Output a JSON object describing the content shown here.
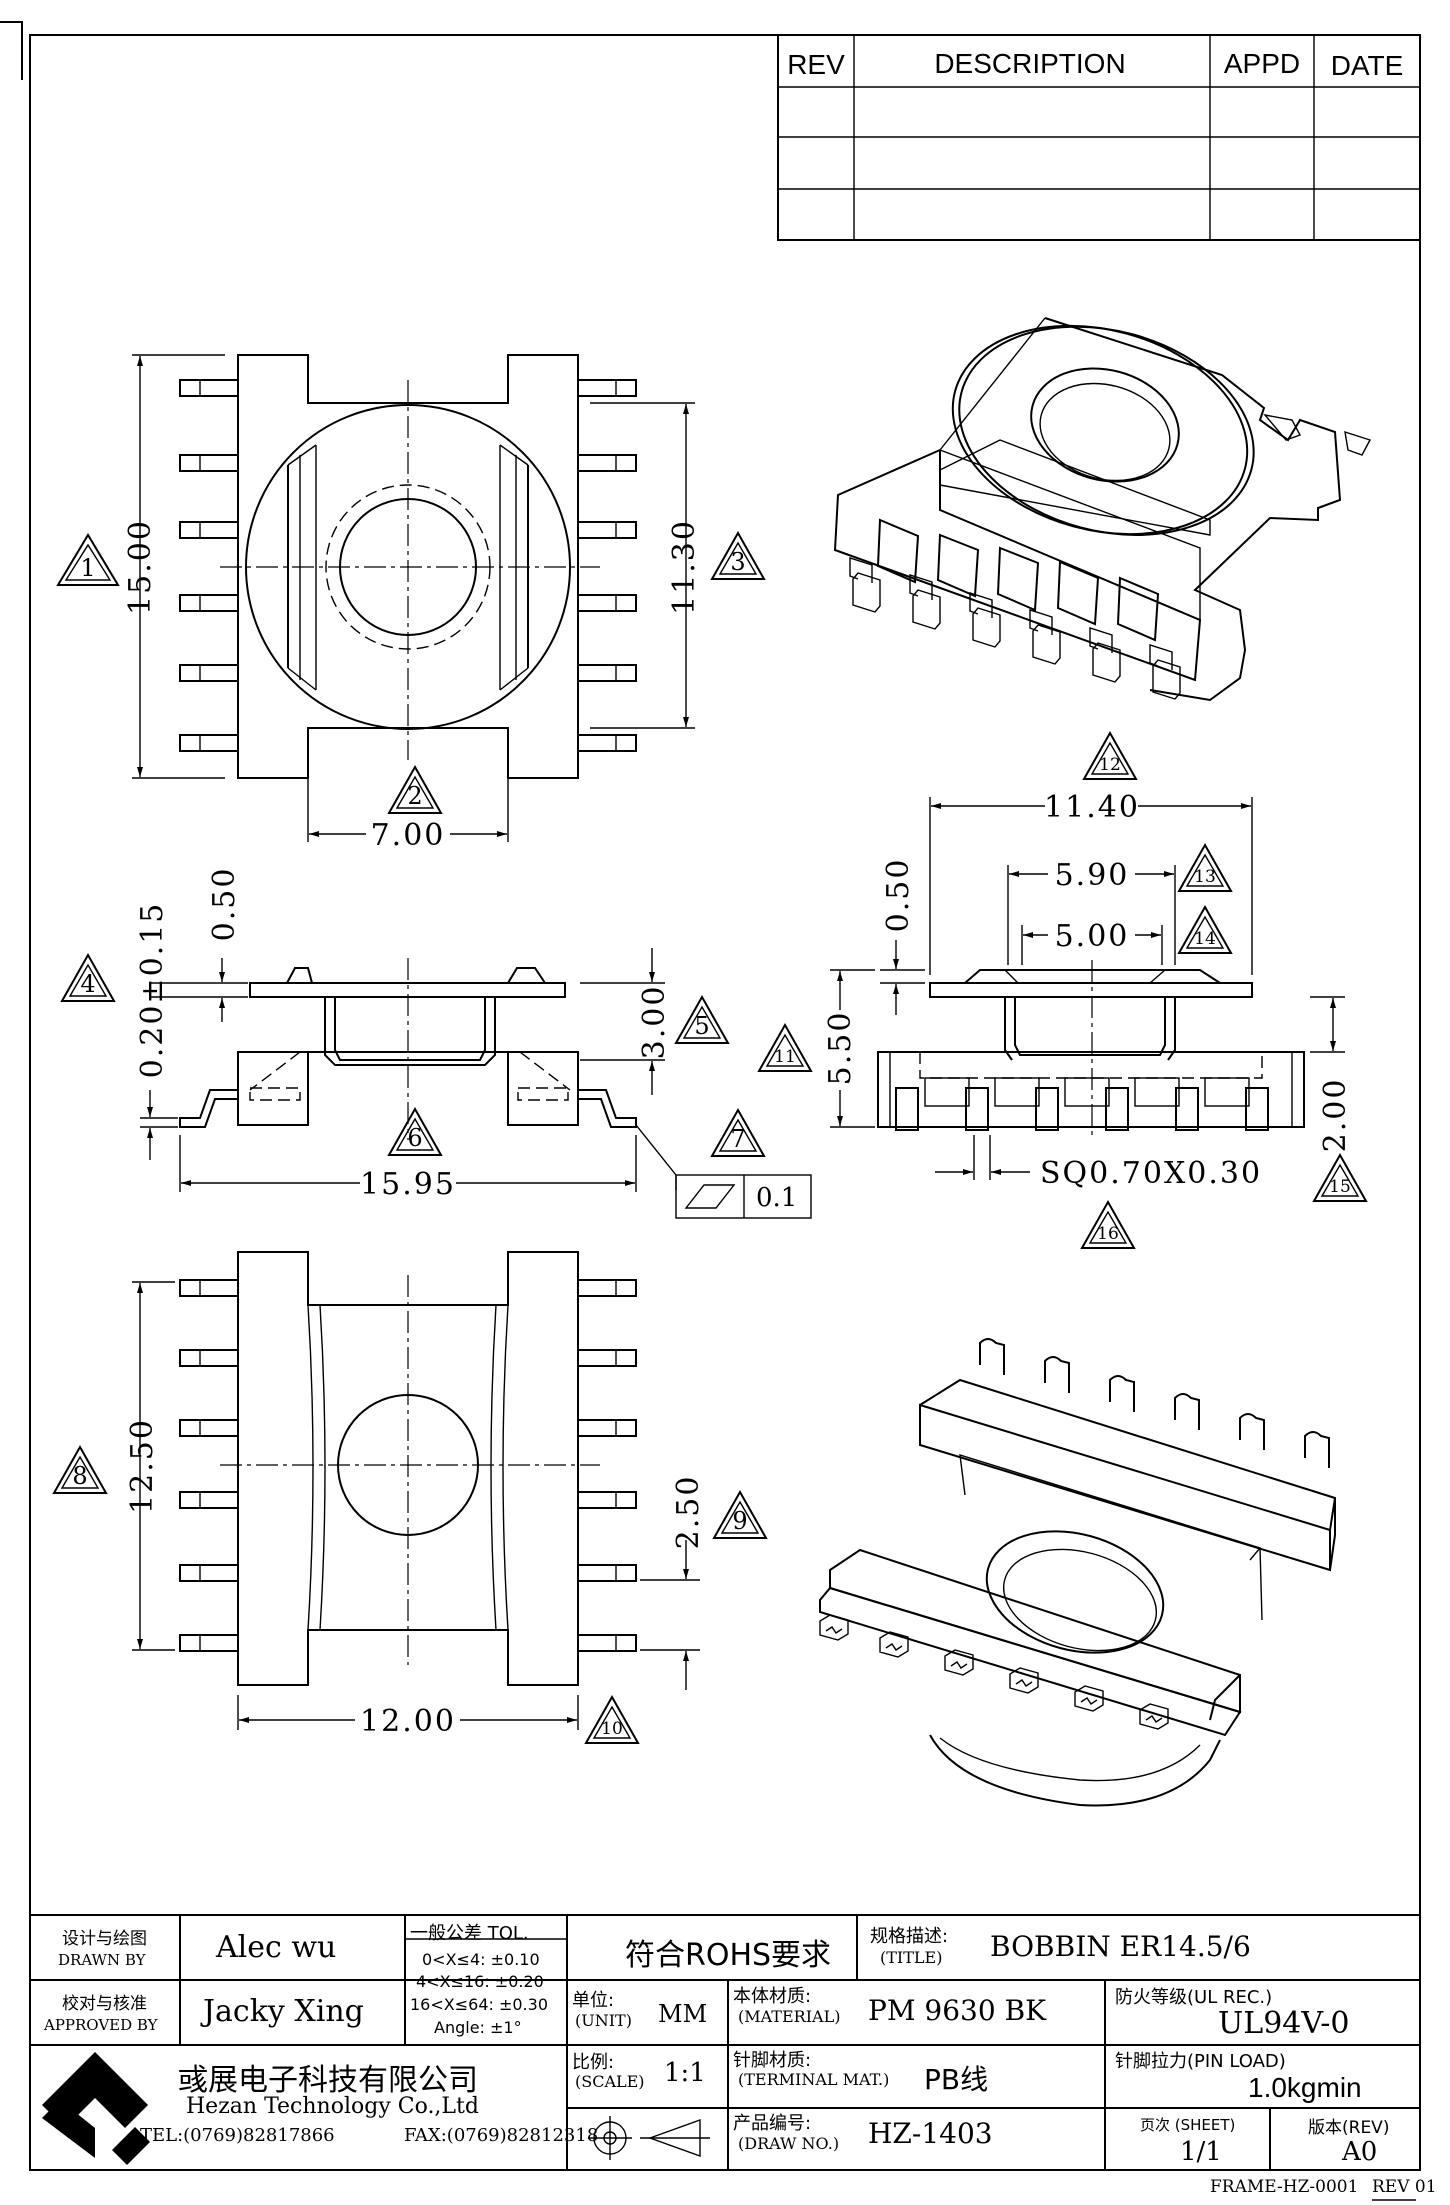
{
  "revision_table": {
    "headers": {
      "rev": "REV",
      "description": "DESCRIPTION",
      "appd": "APPD",
      "date": "DATE"
    }
  },
  "dimensions": {
    "d_15_00": "15.00",
    "d_11_30": "11.30",
    "d_7_00": "7.00",
    "d_11_40": "11.40",
    "d_0_50_a": "0.50",
    "d_0_20": "0.20±0.15",
    "d_3_00": "3.00",
    "d_15_95": "15.95",
    "d_5_90": "5.90",
    "d_5_00": "5.00",
    "d_0_50_b": "0.50",
    "d_5_50": "5.50",
    "d_2_00": "2.00",
    "d_sq": "SQ0.70X0.30",
    "flatness": "0.1",
    "d_12_50": "12.50",
    "d_2_50": "2.50",
    "d_12_00": "12.00"
  },
  "markers": [
    "1",
    "2",
    "3",
    "4",
    "5",
    "6",
    "7",
    "8",
    "9",
    "10",
    "11",
    "12",
    "13",
    "14",
    "15",
    "16"
  ],
  "title_block": {
    "designed_cn": "设计与绘图",
    "drawn_by_en": "DRAWN BY",
    "drawn_by": "Alec wu",
    "checked_cn": "校对与核准",
    "approved_by_en": "APPROVED BY",
    "approved_by": "Jacky Xing",
    "tol_title": "一般公差 TOL.",
    "tol_1": "0<X≤4:  ±0.10",
    "tol_2": "4<X≤16:  ±0.20",
    "tol_3": "16<X≤64:  ±0.30",
    "tol_4": "Angle:  ±1°",
    "rohs": "符合ROHS要求",
    "spec_cn": "规格描述:",
    "title_en": "(TITLE)",
    "title": "BOBBIN ER14.5/6",
    "unit_cn": "单位:",
    "unit_en": "(UNIT)",
    "unit": "MM",
    "material_cn": "本体材质:",
    "material_en": "(MATERIAL)",
    "material": "PM 9630 BK",
    "flame_label": "防火等级(UL REC.)",
    "flame": "UL94V-0",
    "company_cn": "彧展电子科技有限公司",
    "company_en": "Hezan Technology Co.,Ltd",
    "tel": "TEL:(0769)82817866",
    "fax": "FAX:(0769)82812318",
    "scale_cn": "比例:",
    "scale_en": "(SCALE)",
    "scale": "1:1",
    "terminal_cn": "针脚材质:",
    "terminal_en": "(TERMINAL MAT.)",
    "terminal": "PB线",
    "pin_load_label": "针脚拉力(PIN LOAD)",
    "pin_load": "1.0kgmin",
    "drawno_cn": "产品编号:",
    "drawno_en": "(DRAW NO.)",
    "drawno": "HZ-1403",
    "sheet_label": "页次 (SHEET)",
    "sheet": "1/1",
    "rev_label": "版本(REV)",
    "rev": "A0"
  },
  "frame_id": "FRAME-HZ-0001",
  "frame_rev": "REV 01"
}
